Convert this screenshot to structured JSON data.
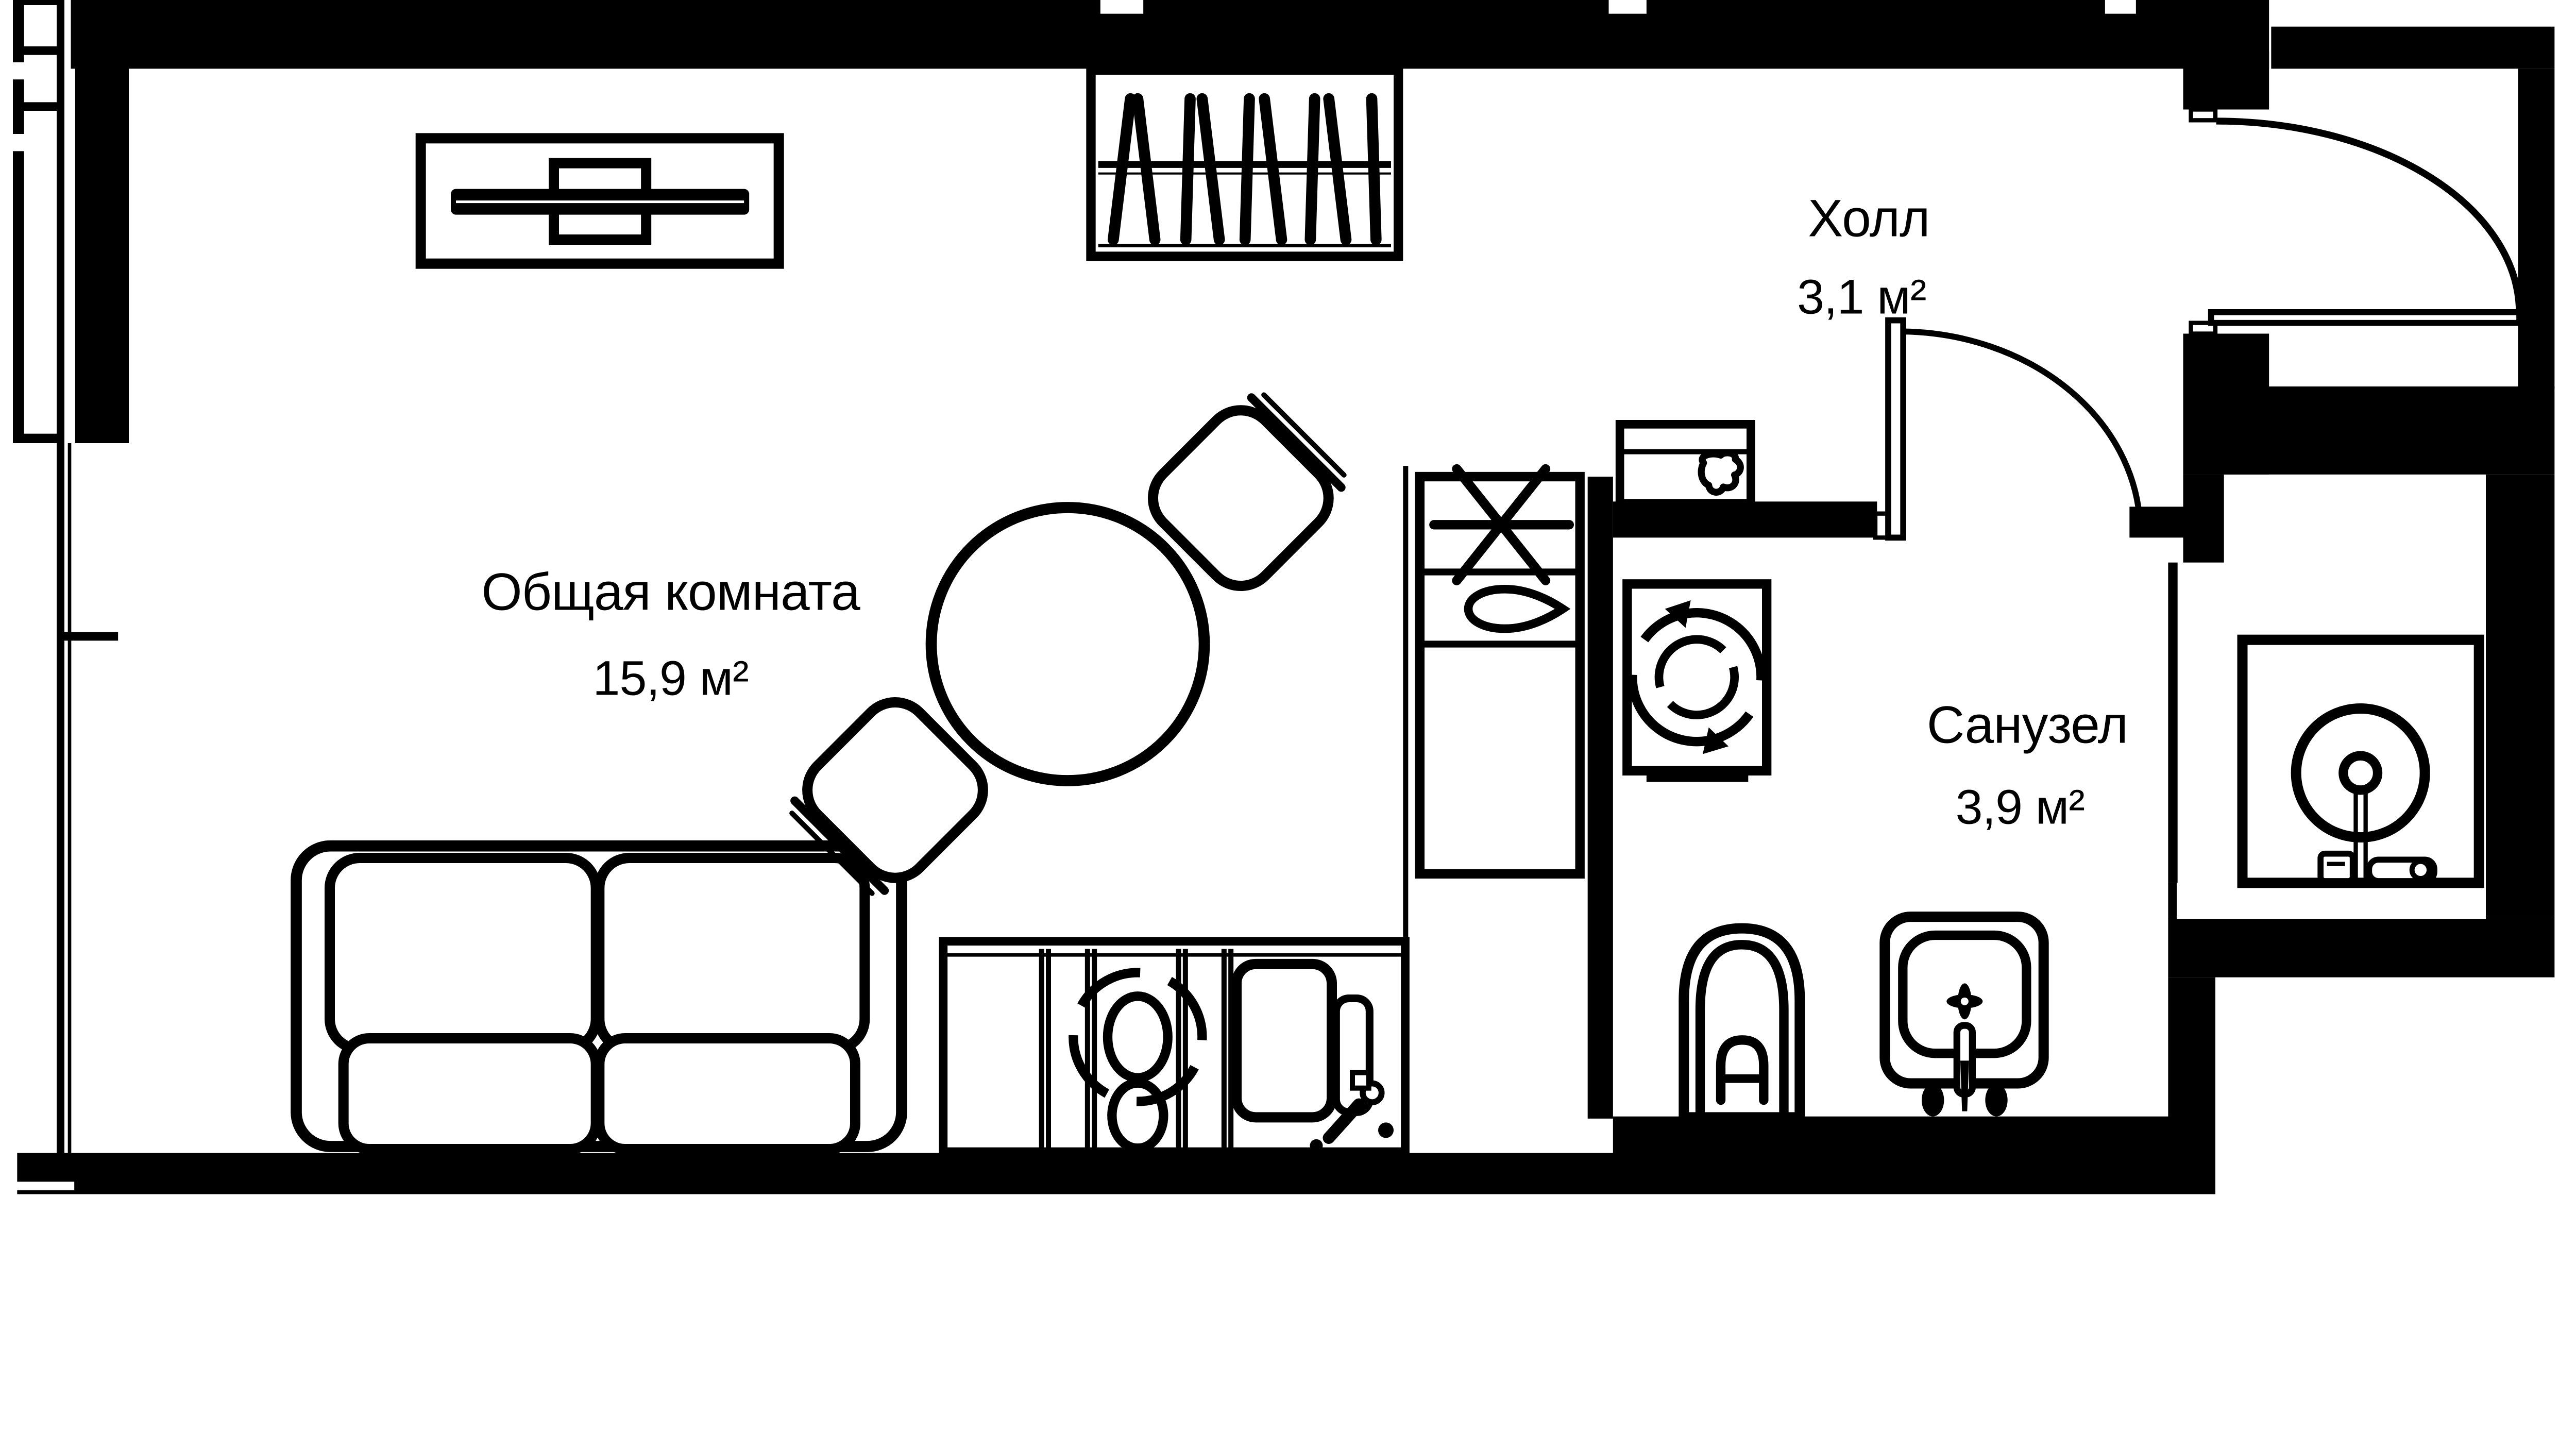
{
  "plan": {
    "title": "Studio apartment floor plan",
    "rooms": {
      "living": {
        "name": "Общая комната",
        "area": "15,9 м²"
      },
      "hall": {
        "name": "Холл",
        "area": "3,1 м²"
      },
      "bathroom": {
        "name": "Санузел",
        "area": "3,9 м²"
      }
    },
    "colors": {
      "wall": "#000000",
      "background": "#ffffff",
      "text": "#000000"
    },
    "furniture_icons": [
      "sofa-icon",
      "round-table-icon",
      "chair-icon",
      "tv-unit-icon",
      "wardrobe-hangers-icon",
      "fridge-freezer-icon",
      "freezer-asterisk-icon",
      "cooler-drop-icon",
      "kitchen-counter-icon",
      "cooktop-icon",
      "kitchen-sink-icon",
      "washing-machine-icon",
      "wall-shelf-icon",
      "toilet-icon",
      "washbasin-icon",
      "shower-icon",
      "door-swing-icon",
      "window-icon"
    ]
  }
}
